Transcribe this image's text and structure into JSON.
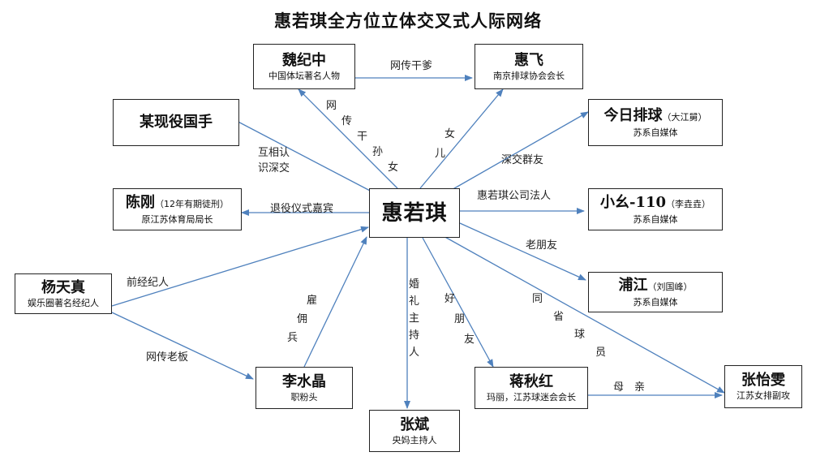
{
  "title": "惠若琪全方位立体交叉式人际网络",
  "nodes": {
    "wei": {
      "name": "魏纪中",
      "sub": "中国体坛著名人物"
    },
    "huifei": {
      "name": "惠飞",
      "sub": "南京排球协会会长"
    },
    "guoshou": {
      "name": "某现役国手"
    },
    "jinri": {
      "name": "今日排球",
      "note": "（大江舅）",
      "sub": "苏系自媒体"
    },
    "chengang": {
      "name": "陈刚",
      "note": "（12年有期徒刑）",
      "sub": "原江苏体育局局长"
    },
    "center": {
      "name": "惠若琪"
    },
    "xiaoyao": {
      "name": "小幺-110",
      "note": "（李垚垚）",
      "sub": "苏系自媒体"
    },
    "yang": {
      "name": "杨天真",
      "sub": "娱乐圈著名经纪人"
    },
    "pujiang": {
      "name": "浦江",
      "note": "（刘国峰）",
      "sub": "苏系自媒体"
    },
    "lishuijing": {
      "name": "李水晶",
      "sub": "职粉头"
    },
    "jiang": {
      "name": "蒋秋红",
      "sub": "玛丽，江苏球迷会会长"
    },
    "zhangyiwen": {
      "name": "张怡雯",
      "sub": "江苏女排副攻"
    },
    "zhangbin": {
      "name": "张斌",
      "sub": "央妈主持人"
    }
  },
  "edge_labels": {
    "wei_huifei": "网传干爹",
    "guoshou": [
      "互相认",
      "识深交"
    ],
    "chengang": "退役仪式嘉宾",
    "yang": "前经纪人",
    "yang_li": "网传老板",
    "wei": "网传干孙女",
    "huifei": "女儿",
    "jinri": "深交群友",
    "xiaoyao": "惠若琪公司法人",
    "pujiang": "老朋友",
    "lishuijing": "雇佣兵",
    "zhangbin": "婚礼主持人",
    "jiang": "好朋友",
    "zhangyiwen": "同省球员",
    "jiang_zhang": "母　亲"
  },
  "colors": {
    "arrow": "#4f81bd",
    "border": "#222222"
  }
}
